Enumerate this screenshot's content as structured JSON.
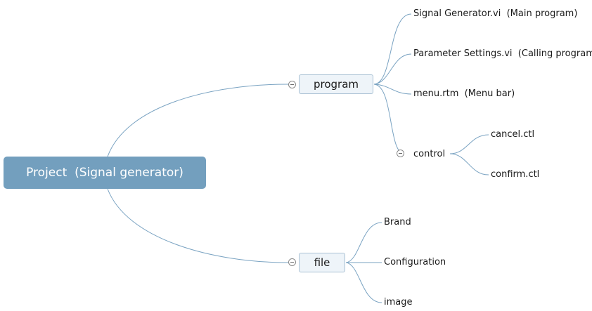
{
  "root": {
    "label": "Project  (Signal generator)"
  },
  "branches": {
    "program": {
      "label": "program",
      "children": [
        "Signal Generator.vi  (Main program)",
        "Parameter Settings.vi  (Calling program)",
        "menu.rtm  (Menu bar)"
      ],
      "control": {
        "label": "control",
        "children": [
          "cancel.ctl",
          "confirm.ctl"
        ]
      }
    },
    "file": {
      "label": "file",
      "children": [
        "Brand",
        "Configuration",
        "image"
      ]
    }
  },
  "colors": {
    "root_fill": "#739fbe",
    "branch_fill": "#eef4f9",
    "branch_border": "#a9c1d4",
    "connector": "#7aa3c2"
  }
}
